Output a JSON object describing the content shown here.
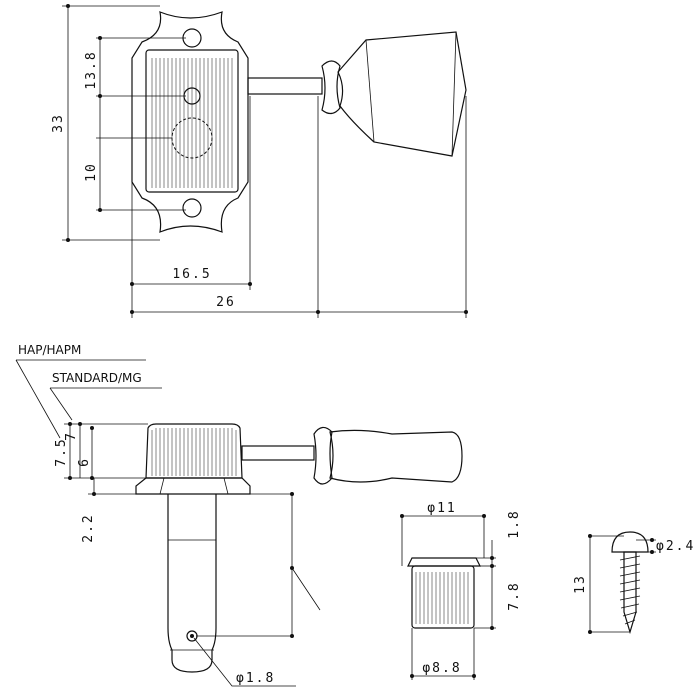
{
  "top_view": {
    "dim_overall_height": "33",
    "dim_upper": "13.8",
    "dim_lower": "10",
    "dim_base_width": "16.5",
    "dim_overall_length": "26"
  },
  "side_view": {
    "label_hap": "HAP/HAPM",
    "label_standard": "STANDARD/MG",
    "dim_hap_height": "7.5",
    "dim_std_height": "7",
    "dim_flange_height": "6",
    "dim_base": "2.2",
    "dim_hole": "φ1.8"
  },
  "bushing": {
    "dim_outer": "φ11",
    "dim_flange": "1.8",
    "dim_height": "7.8",
    "dim_inner": "φ8.8"
  },
  "screw": {
    "dim_length": "13",
    "dim_head": "φ2.4"
  }
}
